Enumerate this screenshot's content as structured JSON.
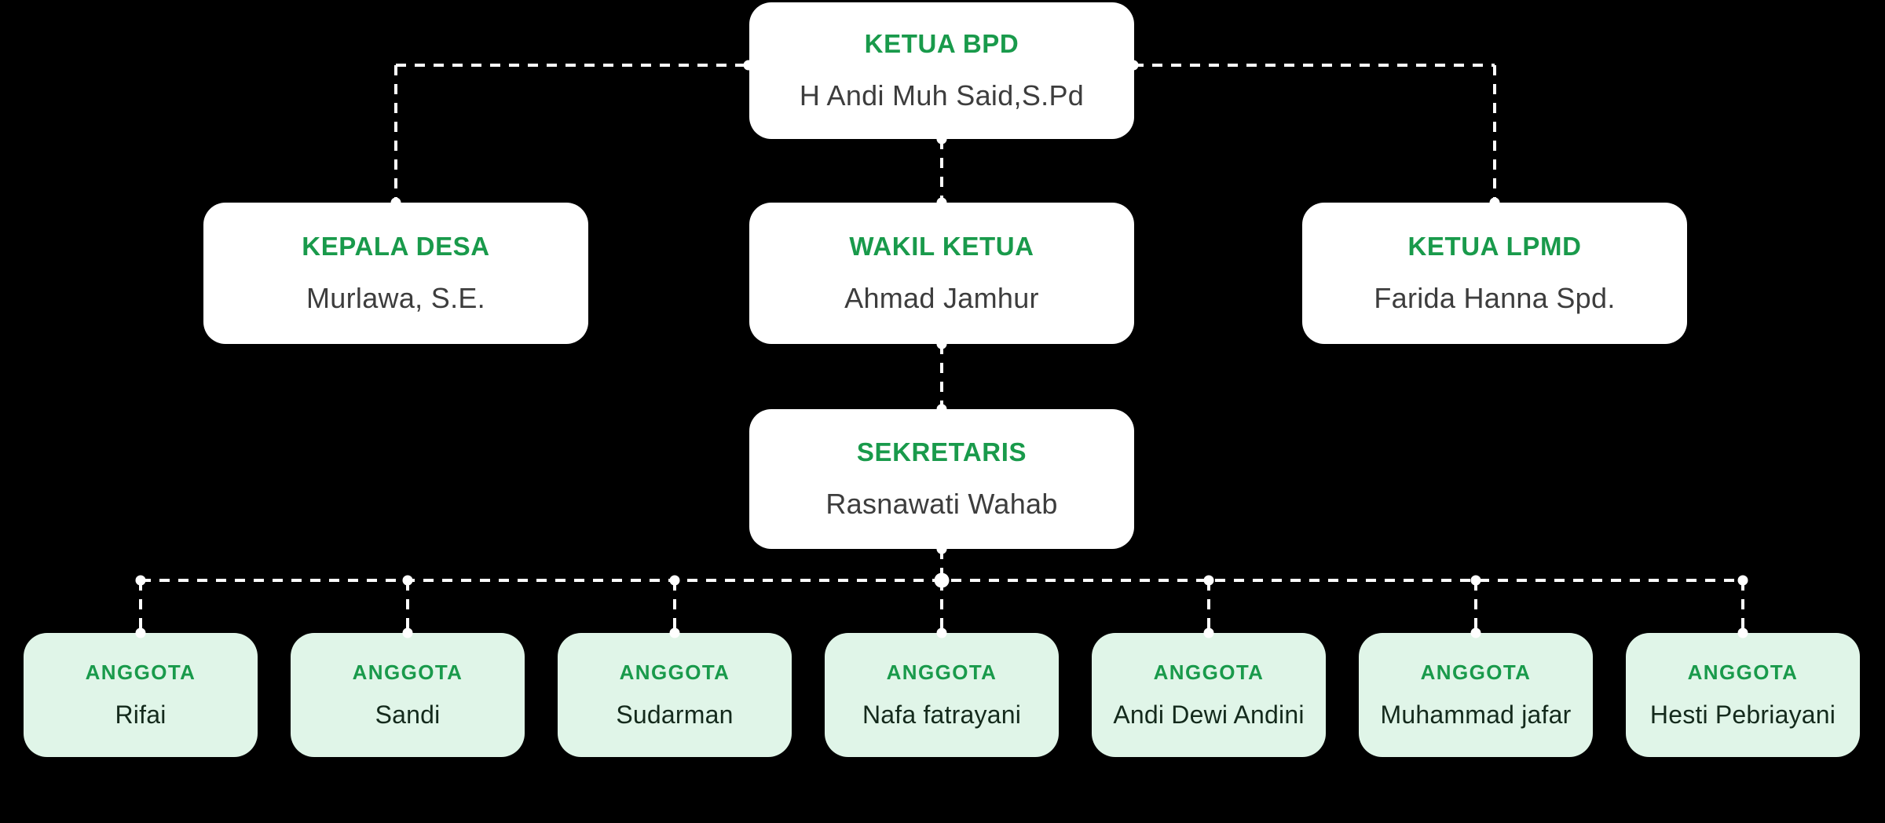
{
  "page": {
    "background": "#000000"
  },
  "colors": {
    "background": "#000000",
    "accent_green": "#199a4b",
    "card_white": "#ffffff",
    "card_mint": "#e0f5e8",
    "name_dark": "#3d3d3d",
    "member_name_dark": "#142a1c",
    "connector": "#ffffff"
  },
  "org": {
    "root": {
      "title": "KETUA BPD",
      "name": "H Andi Muh Said,S.Pd"
    },
    "level2": [
      {
        "title": "KEPALA DESA",
        "name": "Murlawa, S.E."
      },
      {
        "title": "WAKIL KETUA",
        "name": "Ahmad Jamhur"
      },
      {
        "title": "KETUA LPMD",
        "name": "Farida Hanna Spd."
      }
    ],
    "secretary": {
      "title": "SEKRETARIS",
      "name": "Rasnawati Wahab"
    },
    "members": [
      {
        "title": "ANGGOTA",
        "name": "Rifai"
      },
      {
        "title": "ANGGOTA",
        "name": "Sandi"
      },
      {
        "title": "ANGGOTA",
        "name": "Sudarman"
      },
      {
        "title": "ANGGOTA",
        "name": "Nafa fatrayani"
      },
      {
        "title": "ANGGOTA",
        "name": "Andi Dewi Andini"
      },
      {
        "title": "ANGGOTA",
        "name": "Muhammad jafar"
      },
      {
        "title": "ANGGOTA",
        "name": "Hesti Pebriayani"
      }
    ]
  }
}
